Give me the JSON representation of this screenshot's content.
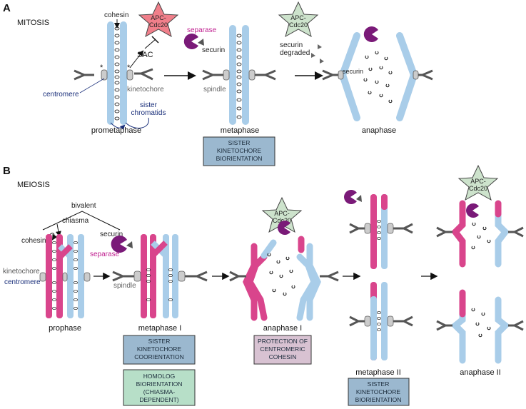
{
  "panel_a": {
    "letter": "A",
    "title": "MITOSIS",
    "labels": {
      "cohesin": "cohesin",
      "apc": [
        "APC-",
        "Cdc20"
      ],
      "separase": "separase",
      "securin": "securin",
      "sac": "SAC",
      "centromere": "centromere",
      "kinetochore": "kinetochore",
      "sister_chromatids": [
        "sister",
        "chromatids"
      ],
      "securin_degraded": [
        "securin",
        "degraded"
      ],
      "securin2": "securin",
      "spindle": "spindle",
      "star_mark": "*"
    },
    "stages": [
      "prometaphase",
      "metaphase",
      "anaphase"
    ],
    "boxes": {
      "metaphase": [
        "SISTER",
        "KINETOCHORE",
        "BIORIENTATION"
      ]
    }
  },
  "panel_b": {
    "letter": "B",
    "title": "MEIOSIS",
    "labels": {
      "bivalent": "bivalent",
      "chiasma": "chiasma",
      "cohesin": "cohesin",
      "securin": "securin",
      "separase": "separase",
      "kinetochore": "kinetochore",
      "centromere": "centromere",
      "spindle": "spindle",
      "apc": [
        "APC-",
        "Cdc20"
      ]
    },
    "stages": [
      "prophase",
      "metaphase I",
      "anaphase I",
      "metaphase II",
      "anaphase II"
    ],
    "boxes": {
      "metaphase_i_a": [
        "SISTER",
        "KINETOCHORE",
        "COORIENTATION"
      ],
      "metaphase_i_b": [
        "HOMOLOG",
        "BIORIENTATION",
        "(CHIASMA-",
        "DEPENDENT)"
      ],
      "anaphase_i": [
        "PROTECTION OF",
        "CENTROMERIC",
        "COHESIN"
      ],
      "metaphase_ii": [
        "SISTER",
        "KINETOCHORE",
        "BIORIENTATION"
      ]
    }
  },
  "colors": {
    "blue_chromatid": "#a9cde9",
    "pink_chromatid": "#d9458c",
    "spindle_gray": "#555555",
    "apc_red": "#f07f8a",
    "apc_green": "#cde3cc",
    "separase_purple": "#7a1a78",
    "box_blue": "#9bb8cf",
    "box_green": "#b7dfc8",
    "box_pink": "#d8c2d2",
    "label_blue": "#1a2f7a",
    "label_magenta": "#c02090"
  }
}
